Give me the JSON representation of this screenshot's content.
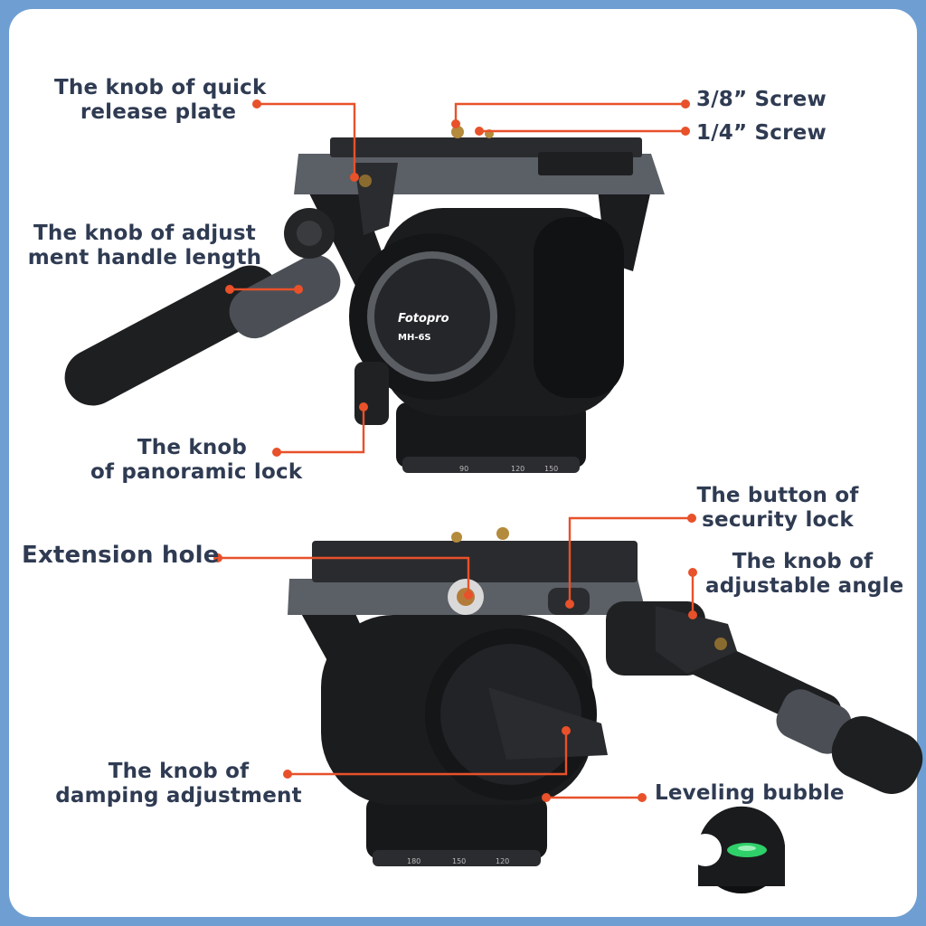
{
  "labels": {
    "quick_release_knob": "The knob of quick\nrelease plate",
    "screw_38": "3/8”  Screw",
    "screw_14": "1/4”  Screw",
    "handle_length_knob": "The knob of adjust\nment handle length",
    "panoramic_lock_knob": "The knob\nof panoramic lock",
    "security_lock_button": "The button of\nsecurity lock",
    "extension_hole": "Extension hole",
    "adjustable_angle_knob": "The knob of\nadjustable angle",
    "damping_knob": "The knob of\ndamping adjustment",
    "leveling_bubble": "Leveling bubble"
  },
  "product": {
    "brand": "Fotopro",
    "model": "MH-6S",
    "scale_top": [
      "90",
      "120",
      "150"
    ],
    "scale_bottom": [
      "180",
      "150",
      "120"
    ]
  },
  "colors": {
    "background": "#6f9fd2",
    "label_text": "#2f3b52",
    "callout": "#e8512a",
    "head_body": "#1b1c1e",
    "head_top": "#5b5f66"
  }
}
